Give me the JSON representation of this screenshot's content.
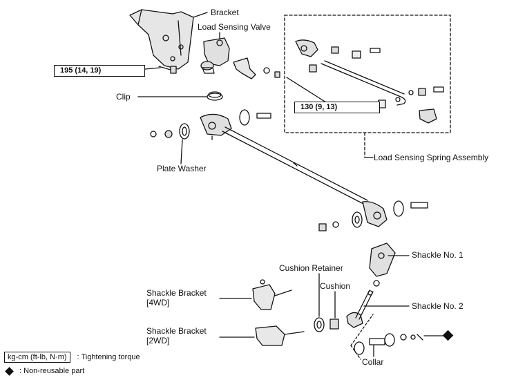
{
  "labels": {
    "bracket": "Bracket",
    "load_sensing_valve": "Load Sensing Valve",
    "clip": "Clip",
    "plate_washer": "Plate Washer",
    "load_sensing_spring_assembly": "Load Sensing Spring Assembly",
    "shackle_no1": "Shackle No. 1",
    "cushion_retainer": "Cushion Retainer",
    "cushion": "Cushion",
    "shackle_no2": "Shackle No. 2",
    "shackle_bracket_4wd_line1": "Shackle Bracket",
    "shackle_bracket_4wd_line2": "[4WD]",
    "shackle_bracket_2wd_line1": "Shackle Bracket",
    "shackle_bracket_2wd_line2": "[2WD]",
    "collar": "Collar"
  },
  "torques": {
    "t1": "195 (14, 19)",
    "t2": "130 (9, 13)"
  },
  "legend": {
    "unit_box": "kg-cm (ft-lb, N·m)",
    "unit_desc": ": Tightening torque",
    "nonreusable_desc": ": Non-reusable part"
  }
}
